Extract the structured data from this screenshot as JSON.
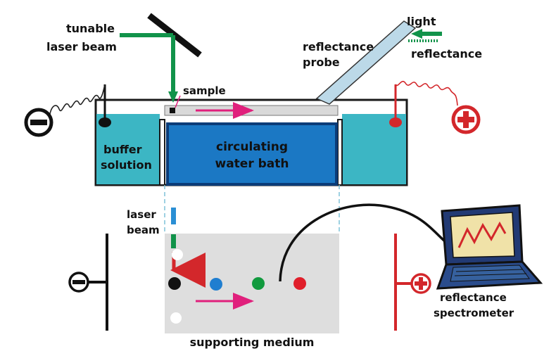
{
  "labels": {
    "tunable_line1": "tunable",
    "tunable_line2": "laser beam",
    "sample": "sample",
    "reflectance_probe_line1": "reflectance",
    "reflectance_probe_line2": "probe",
    "light": "light",
    "reflectance": "reflectance",
    "buffer_line1": "buffer",
    "buffer_line2": "solution",
    "bath_line1": "circulating",
    "bath_line2": "water bath",
    "laser_line1": "laser",
    "laser_line2": "beam",
    "supporting_medium": "supporting medium",
    "spectrometer_line1": "reflectance",
    "spectrometer_line2": "spectrometer"
  },
  "colors": {
    "buffer": "#3cb6c4",
    "bath": "#1b78c4",
    "bath_border": "#0b3c78",
    "laser_green": "#11934a",
    "laser_blue": "#2a8fd4",
    "arrow_magenta": "#e0207c",
    "anode_red": "#d3272b",
    "medium_gray": "#dedede",
    "probe": "#bcd9e8"
  },
  "spots": [
    {
      "name": "black",
      "color": "#111111"
    },
    {
      "name": "blue",
      "color": "#1f7ed0"
    },
    {
      "name": "green",
      "color": "#119a3e"
    },
    {
      "name": "red",
      "color": "#e01e2a"
    }
  ],
  "icons": {
    "cathode": "minus-circle-icon",
    "anode": "plus-circle-icon",
    "laptop": "laptop-icon",
    "mirror": "mirror-icon"
  }
}
